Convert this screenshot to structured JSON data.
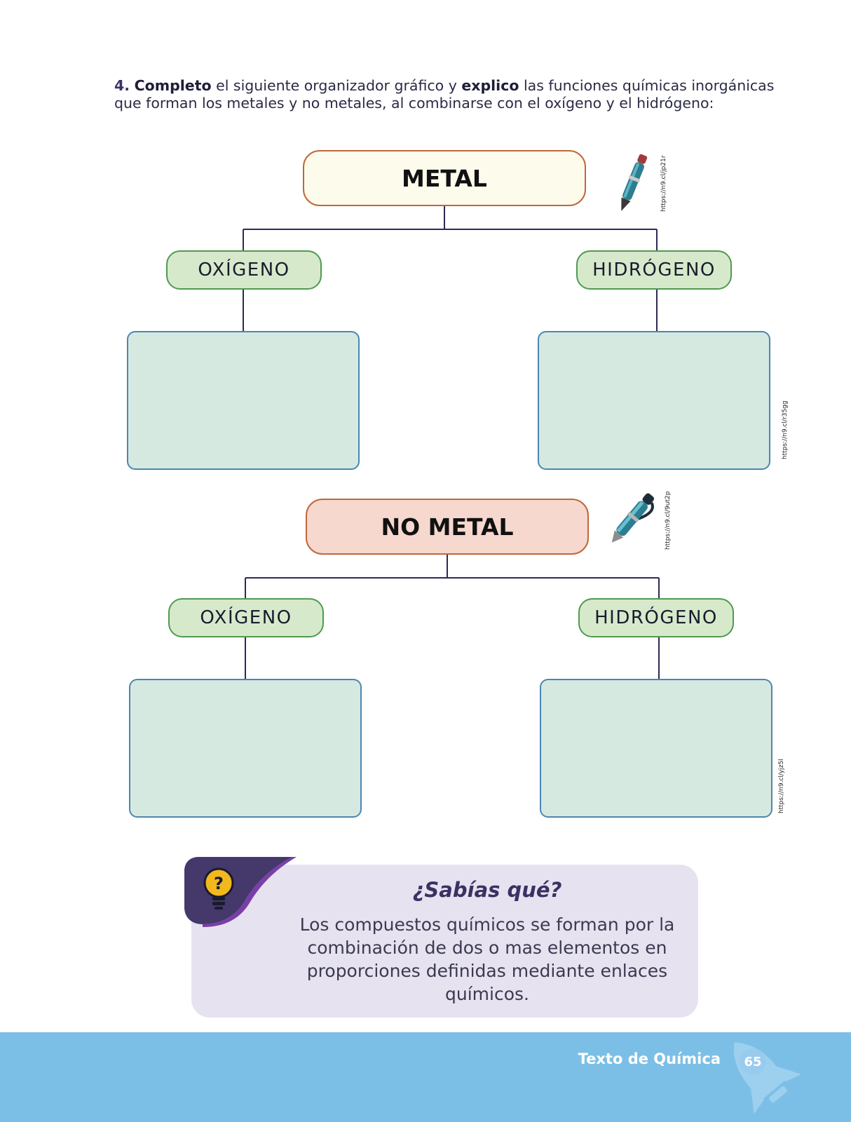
{
  "instruction": {
    "number": "4.",
    "bold1": "Completo",
    "text1": " el siguiente organizador gráfico y ",
    "bold2": "explico",
    "text2": " las funciones químicas inorgánicas que forman los metales y no metales, al combinarse con el oxígeno y el hidrógeno:"
  },
  "organizers": [
    {
      "root": "METAL",
      "left_branch": "OXÍGENO",
      "right_branch": "HIDRÓGENO",
      "pen_url": "https://n9.cl/jp21r",
      "side_url": "https://n9.cl/r35gg"
    },
    {
      "root": "NO METAL",
      "left_branch": "OXÍGENO",
      "right_branch": "HIDRÓGENO",
      "pen_url": "https://n9.cl/9ut2p",
      "side_url": "https://n9.cl/yjz5l"
    }
  ],
  "info_box": {
    "icon": "lightbulb-question-icon",
    "title": "¿Sabías qué?",
    "text": "Los compuestos químicos se forman por la combinación de dos o mas elementos en proporciones definidas mediante enlaces químicos."
  },
  "footer": {
    "title": "Texto de Química",
    "page": "65"
  },
  "colors": {
    "root_metal_bg": "#fdfbec",
    "root_nometal_bg": "#f6d8ce",
    "branch_bg": "#d6eacb",
    "answer_bg": "#d6e9e0",
    "footer_bg": "#7cbfe6",
    "info_bg": "#e7e2ef"
  }
}
